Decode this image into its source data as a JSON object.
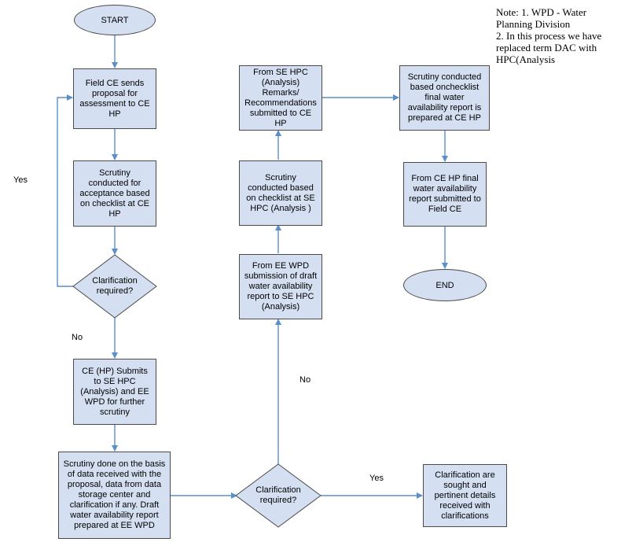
{
  "colors": {
    "fill": "#d4e0f2",
    "border": "#4a4a4a",
    "arrow": "#5b8fc7"
  },
  "nodes": {
    "start": "START",
    "field_ce": "Field CE sends\nproposal for\nassessment to CE\nHP",
    "scrutiny1": "Scrutiny\nconducted for\nacceptance based\non checklist at CE\nHP",
    "decision1": "Clarification\nrequired?",
    "ce_submits": "CE (HP) Submits\nto SE HPC\n(Analysis) and EE\nWPD for further\nscrutiny",
    "scrutiny_done": "Scrutiny done on the basis\nof data received with the\nproposal, data from data\nstorage center and\nclarification if any.  Draft\nwater availability report\nprepared at EE WPD",
    "decision2": "Clarification\nrequired?",
    "clarification_sought": "Clarification are\nsought and\npertinent details\nreceived with\nclarifications",
    "ee_wpd": "From EE WPD\nsubmission of draft\nwater availability\nreport to SE HPC\n(Analysis)",
    "scrutiny_se": "Scrutiny\nconducted based\non checklist at SE\nHPC (Analysis )",
    "se_hpc": "From SE HPC\n(Analysis)\nRemarks/\nRecommendations\nsubmitted to CE HP",
    "scrutiny_final": "Scrutiny conducted\nbased onchecklist\nfinal water\navailability report is\nprepared at CE HP",
    "ce_final": "From CE HP final\nwater availability\nreport submitted to\nField CE",
    "end": "END"
  },
  "edge_labels": {
    "yes1": "Yes",
    "no1": "No",
    "no2": "No",
    "yes2": "Yes"
  },
  "note": {
    "line1": "Note: 1. WPD - Water\nPlanning Division",
    "line2": "2. In this process we have\nreplaced term DAC with\nHPC(Analysis"
  }
}
